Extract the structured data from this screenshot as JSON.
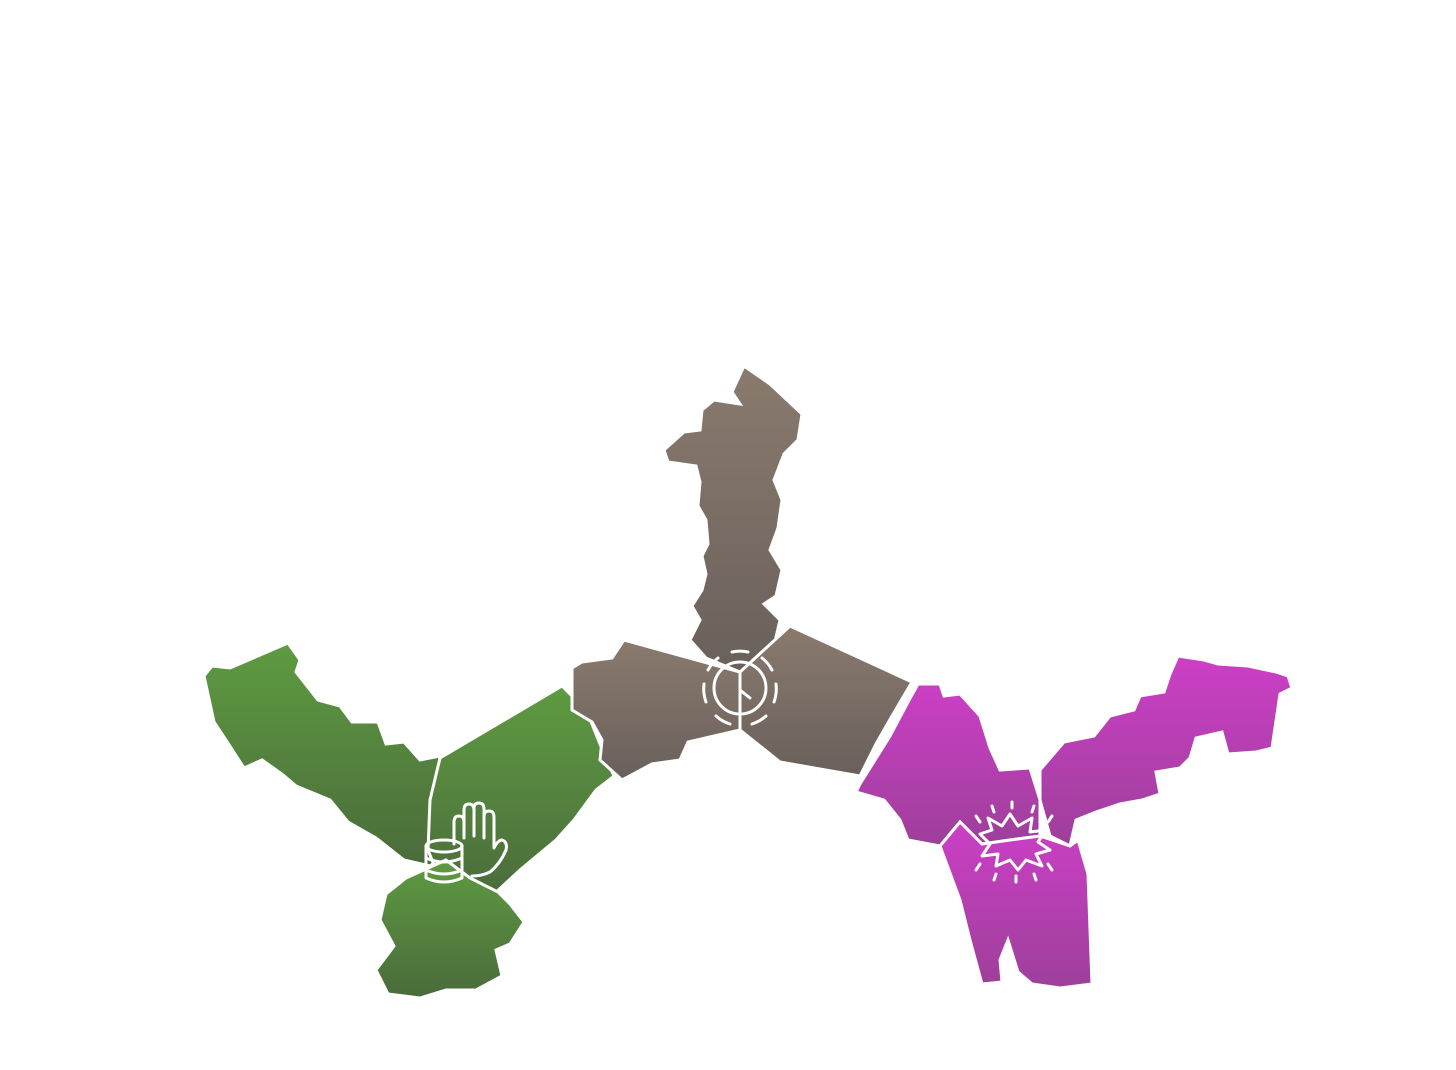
{
  "diagram": {
    "type": "three-segment-y-connector",
    "segments": [
      {
        "key": "money",
        "icon": "hand-coins-icon",
        "color_top": "#5e9b41",
        "color_bottom": "#4a6b3b"
      },
      {
        "key": "time",
        "icon": "clock-icon",
        "color_top": "#8a7a6e",
        "color_bottom": "#69605b"
      },
      {
        "key": "impact",
        "icon": "explosion-icon",
        "color_top": "#cc3fc6",
        "color_bottom": "#9d3f9a"
      }
    ]
  }
}
